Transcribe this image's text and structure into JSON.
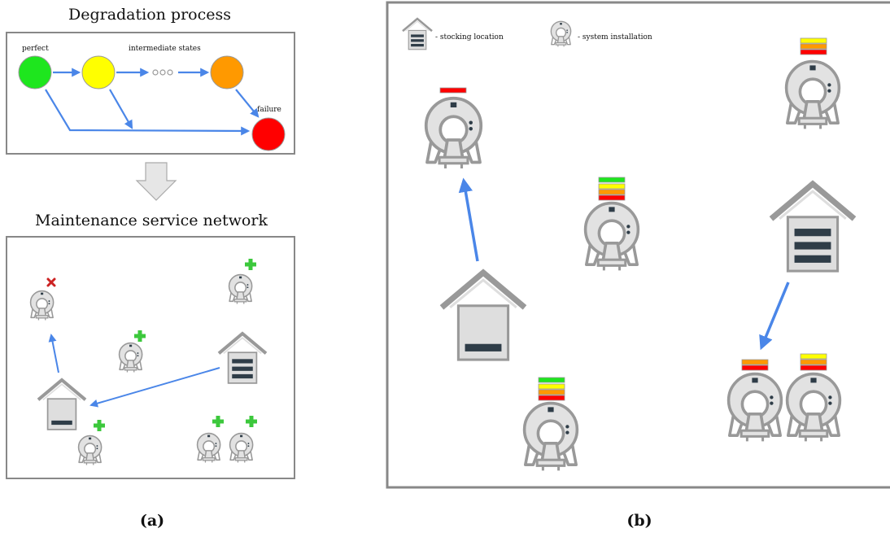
{
  "panel_a": {
    "degradation_title": "Degradation process",
    "states": {
      "perfect": "perfect",
      "intermediate": "intermediate states",
      "failure": "failure"
    },
    "network_title": "Maintenance service network",
    "caption": "(a)"
  },
  "panel_b": {
    "legend_stocking": "- stocking location",
    "legend_system": "- system installation",
    "caption": "(b)"
  },
  "colors": {
    "perfect": "#1ee61e",
    "yellow": "#ffff00",
    "orange": "#ff9900",
    "failure": "#ff0000",
    "arrow": "#4a86e8",
    "outline": "#888888",
    "building_fill": "#dedede",
    "dark": "#2f3d48",
    "plus": "#3cc83c",
    "cross": "#cc2222"
  }
}
